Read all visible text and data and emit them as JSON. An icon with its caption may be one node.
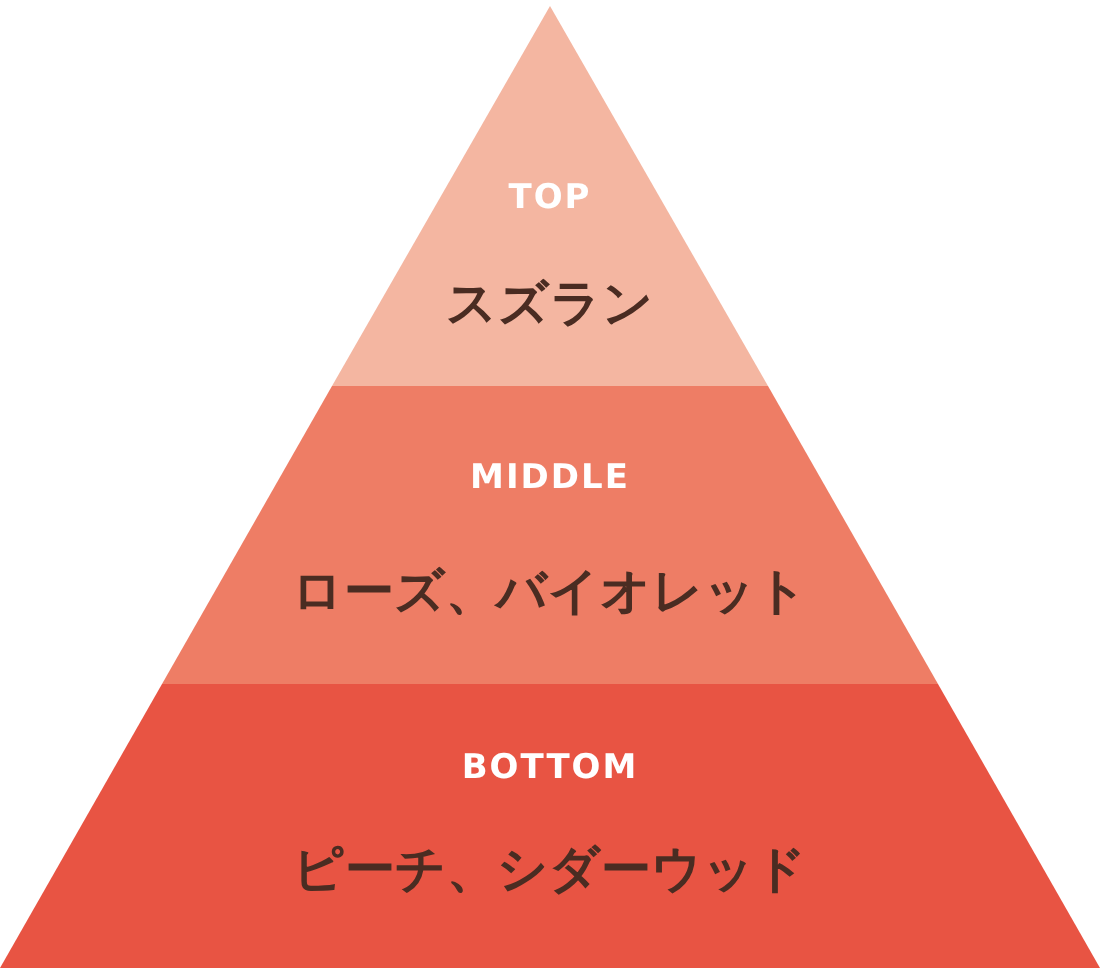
{
  "diagram": {
    "nodes": [
      {
        "text": [
          "TOP",
          "スズラン"
        ]
      },
      {
        "text": [
          "MIDDLE",
          "ローズ、バイオレット"
        ]
      },
      {
        "text": [
          "BOTTOM",
          "ピーチ、シダーウッド"
        ]
      }
    ]
  }
}
